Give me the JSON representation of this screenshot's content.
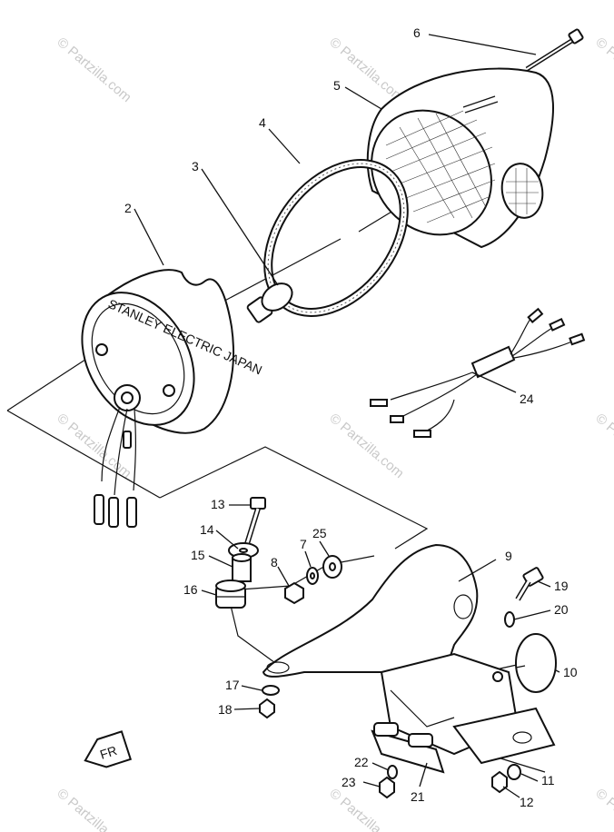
{
  "watermark": {
    "text": "© Partzilla.com",
    "color": "#c9c9c9"
  },
  "callouts": [
    {
      "id": "6",
      "text": "6"
    },
    {
      "id": "5",
      "text": "5"
    },
    {
      "id": "4",
      "text": "4"
    },
    {
      "id": "3",
      "text": "3"
    },
    {
      "id": "2",
      "text": "2"
    },
    {
      "id": "24",
      "text": "24"
    },
    {
      "id": "13",
      "text": "13"
    },
    {
      "id": "14",
      "text": "14"
    },
    {
      "id": "15",
      "text": "15"
    },
    {
      "id": "16",
      "text": "16"
    },
    {
      "id": "7",
      "text": "7"
    },
    {
      "id": "8",
      "text": "8"
    },
    {
      "id": "25",
      "text": "25"
    },
    {
      "id": "9",
      "text": "9"
    },
    {
      "id": "19",
      "text": "19"
    },
    {
      "id": "20",
      "text": "20"
    },
    {
      "id": "10",
      "text": "10"
    },
    {
      "id": "17",
      "text": "17"
    },
    {
      "id": "18",
      "text": "18"
    },
    {
      "id": "22",
      "text": "22"
    },
    {
      "id": "23",
      "text": "23"
    },
    {
      "id": "21",
      "text": "21"
    },
    {
      "id": "11",
      "text": "11"
    },
    {
      "id": "12",
      "text": "12"
    }
  ],
  "housing_text": "STANLEY ELECTRIC JAPAN",
  "front_arrow_text": "FR",
  "icons": {
    "front_arrow": "front-direction-arrow-icon"
  }
}
